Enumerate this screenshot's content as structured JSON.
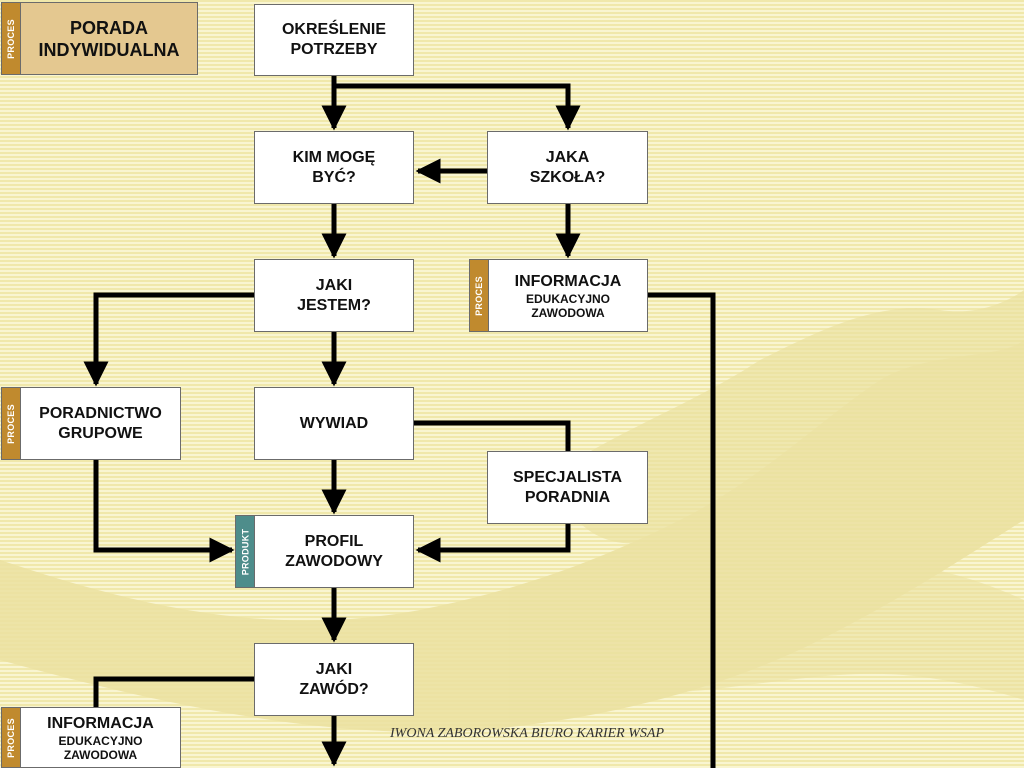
{
  "title": {
    "line1": "PORADA",
    "line2": "INDYWIDUALNA",
    "tag": "PROCES"
  },
  "nodes": {
    "okreslenie": {
      "line1": "OKREŚLENIE",
      "line2": "POTRZEBY"
    },
    "kim_moge": {
      "line1": "KIM MOGĘ",
      "line2": "BYĆ?"
    },
    "jaka_szkola": {
      "line1": "JAKA",
      "line2": "SZKOŁA?"
    },
    "jaki_jestem": {
      "line1": "JAKI",
      "line2": "JESTEM?"
    },
    "informacja_1": {
      "line1": "INFORMACJA",
      "line2": "EDUKACYJNO",
      "line3": "ZAWODOWA",
      "tag": "PROCES"
    },
    "poradnictwo": {
      "line1": "PORADNICTWO",
      "line2": "GRUPOWE",
      "tag": "PROCES"
    },
    "wywiad": {
      "line1": "WYWIAD"
    },
    "specjalista": {
      "line1": "SPECJALISTA",
      "line2": "PORADNIA"
    },
    "profil": {
      "line1": "PROFIL",
      "line2": "ZAWODOWY",
      "tag": "PRODUKT"
    },
    "jaki_zawod": {
      "line1": "JAKI",
      "line2": "ZAWÓD?"
    },
    "informacja_2": {
      "line1": "INFORMACJA",
      "line2": "EDUKACYJNO",
      "line3": "ZAWODOWA",
      "tag": "PROCES"
    }
  },
  "footer": "IWONA ZABOROWSKA  BIURO KARIER WSAP",
  "colors": {
    "background": "#f6f0b8",
    "process_tag": "#c08a2e",
    "product_tag": "#4e8d8b",
    "title_box": "#e4c890"
  }
}
